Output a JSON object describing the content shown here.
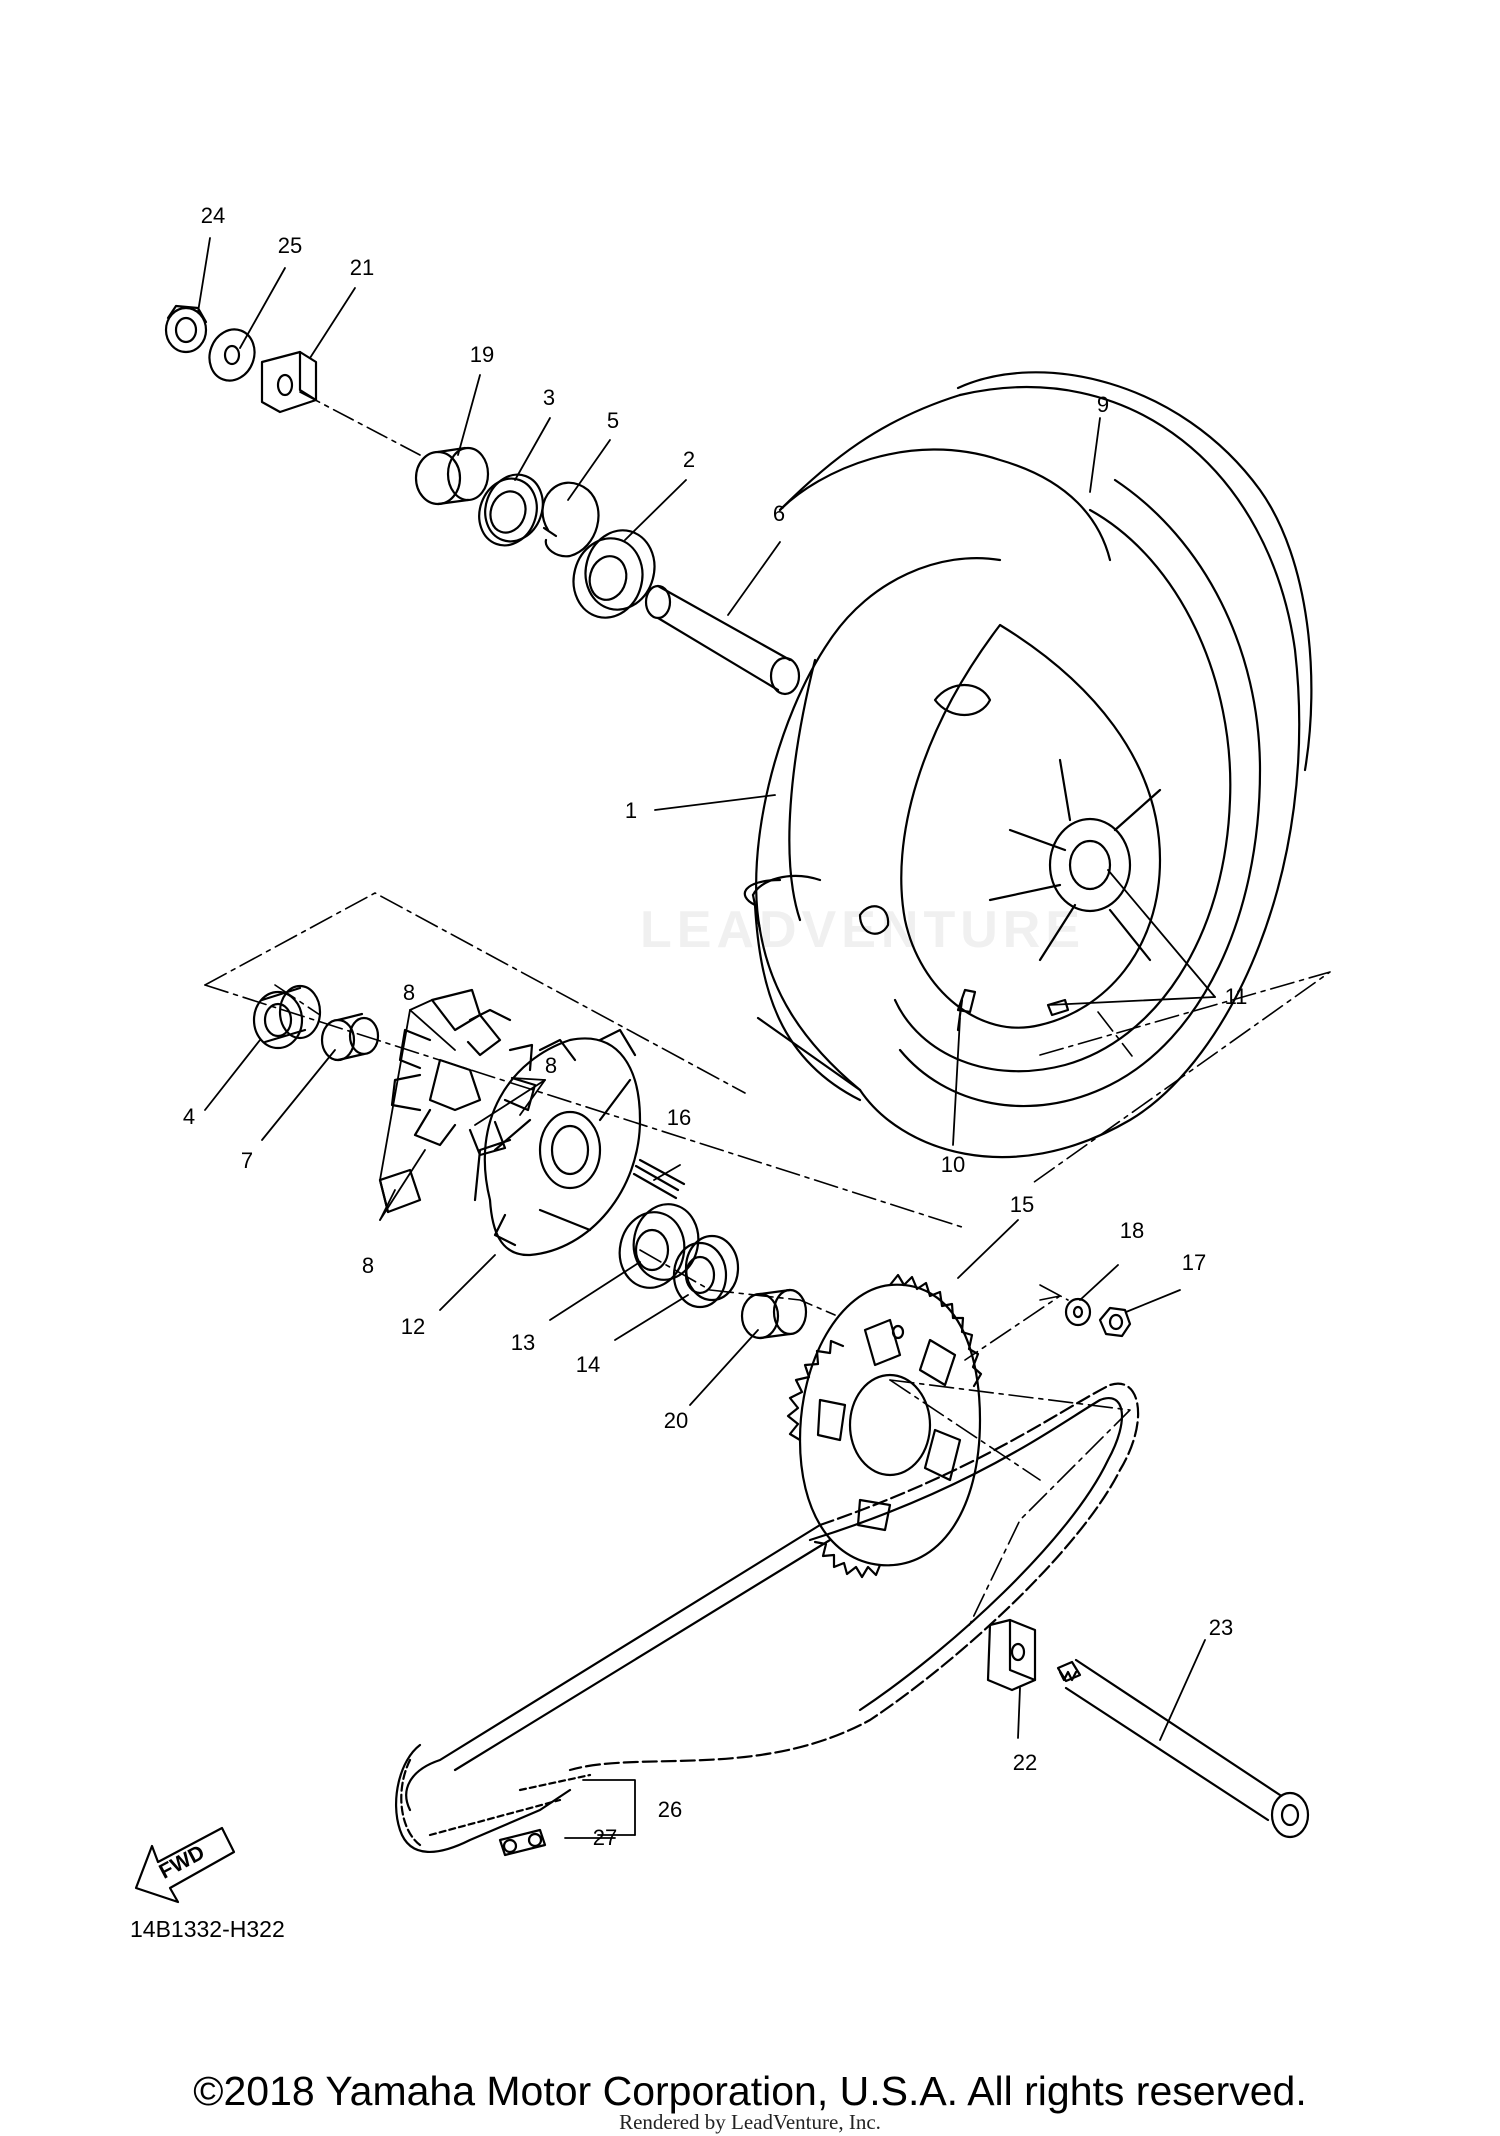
{
  "diagram": {
    "ref_code": "14B1332-H322",
    "fwd_label": "FWD",
    "watermark": "LEADVENTURE",
    "copyright": "©2018 Yamaha Motor Corporation, U.S.A. All rights reserved.",
    "rendered_by": "Rendered by LeadVenture, Inc.",
    "callouts": [
      {
        "id": "p24",
        "label": "24"
      },
      {
        "id": "p25",
        "label": "25"
      },
      {
        "id": "p21",
        "label": "21"
      },
      {
        "id": "p19",
        "label": "19"
      },
      {
        "id": "p3",
        "label": "3"
      },
      {
        "id": "p5",
        "label": "5"
      },
      {
        "id": "p2",
        "label": "2"
      },
      {
        "id": "p6",
        "label": "6"
      },
      {
        "id": "p9",
        "label": "9"
      },
      {
        "id": "p1",
        "label": "1"
      },
      {
        "id": "p11",
        "label": "11"
      },
      {
        "id": "p10",
        "label": "10"
      },
      {
        "id": "p8a",
        "label": "8"
      },
      {
        "id": "p8b",
        "label": "8"
      },
      {
        "id": "p8c",
        "label": "8"
      },
      {
        "id": "p4",
        "label": "4"
      },
      {
        "id": "p7",
        "label": "7"
      },
      {
        "id": "p16",
        "label": "16"
      },
      {
        "id": "p12",
        "label": "12"
      },
      {
        "id": "p13",
        "label": "13"
      },
      {
        "id": "p14",
        "label": "14"
      },
      {
        "id": "p15",
        "label": "15"
      },
      {
        "id": "p18",
        "label": "18"
      },
      {
        "id": "p17",
        "label": "17"
      },
      {
        "id": "p20",
        "label": "20"
      },
      {
        "id": "p23",
        "label": "23"
      },
      {
        "id": "p22",
        "label": "22"
      },
      {
        "id": "p26",
        "label": "26"
      },
      {
        "id": "p27",
        "label": "27"
      }
    ]
  }
}
